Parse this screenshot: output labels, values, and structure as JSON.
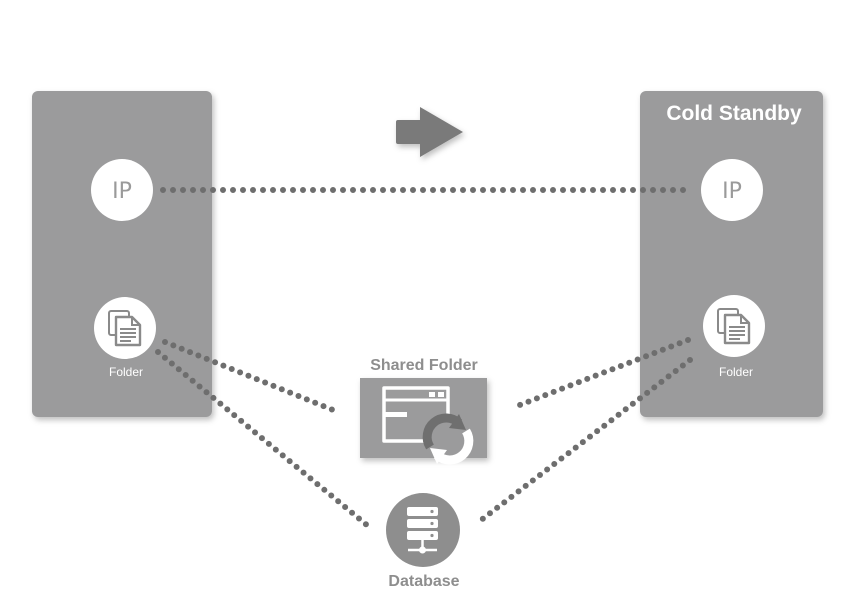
{
  "diagram": {
    "left_panel": {
      "title": "",
      "ip_label": "IP",
      "folder_label": "Folder"
    },
    "right_panel": {
      "title": "Cold Standby",
      "ip_label": "IP",
      "folder_label": "Folder"
    },
    "shared_folder": {
      "label": "Shared Folder"
    },
    "database": {
      "label": "Database"
    },
    "colors": {
      "panel": "#9b9b9c",
      "dots": "#6e6e6e",
      "circle": "#ffffff",
      "icon": "#8a8a8a"
    }
  }
}
